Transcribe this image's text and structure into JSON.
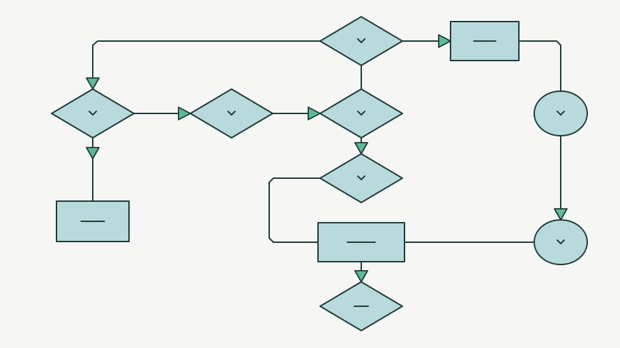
{
  "diagram": {
    "nodes": [
      {
        "id": "d-top",
        "shape": "diamond",
        "glyph": "chevron"
      },
      {
        "id": "rect-top-right",
        "shape": "rect",
        "glyph": "dash"
      },
      {
        "id": "d-left",
        "shape": "diamond",
        "glyph": "chevron"
      },
      {
        "id": "d-mid",
        "shape": "diamond",
        "glyph": "chevron"
      },
      {
        "id": "d-center",
        "shape": "diamond",
        "glyph": "chevron"
      },
      {
        "id": "circle-right-top",
        "shape": "ellipse",
        "glyph": "chevron"
      },
      {
        "id": "d-lower",
        "shape": "diamond",
        "glyph": "chevron"
      },
      {
        "id": "rect-left",
        "shape": "rect",
        "glyph": "dash"
      },
      {
        "id": "rect-center",
        "shape": "rect",
        "glyph": "dash"
      },
      {
        "id": "circle-right-bottom",
        "shape": "ellipse",
        "glyph": "chevron"
      },
      {
        "id": "d-bottom",
        "shape": "diamond",
        "glyph": "dash"
      }
    ],
    "edges": [
      {
        "from": "d-top",
        "to": "rect-top-right",
        "arrow": true
      },
      {
        "from": "d-top",
        "to": "d-left",
        "arrow": true
      },
      {
        "from": "d-top",
        "to": "d-center",
        "arrow": false
      },
      {
        "from": "d-left",
        "to": "d-mid",
        "arrow": true
      },
      {
        "from": "d-mid",
        "to": "d-center",
        "arrow": true
      },
      {
        "from": "d-left",
        "to": "rect-left",
        "arrow": true
      },
      {
        "from": "d-center",
        "to": "d-lower",
        "arrow": true
      },
      {
        "from": "rect-top-right",
        "to": "circle-right-top",
        "arrow": false
      },
      {
        "from": "circle-right-top",
        "to": "circle-right-bottom",
        "arrow": true
      },
      {
        "from": "circle-right-bottom",
        "to": "rect-center",
        "arrow": false
      },
      {
        "from": "d-lower",
        "to": "rect-center",
        "arrow": false
      },
      {
        "from": "rect-center",
        "to": "d-bottom",
        "arrow": true
      }
    ],
    "colors": {
      "background": "#f6f6f4",
      "node_fill": "#b9dadd",
      "stroke": "#1f3a36",
      "arrow_fill": "#5fb89a"
    }
  }
}
